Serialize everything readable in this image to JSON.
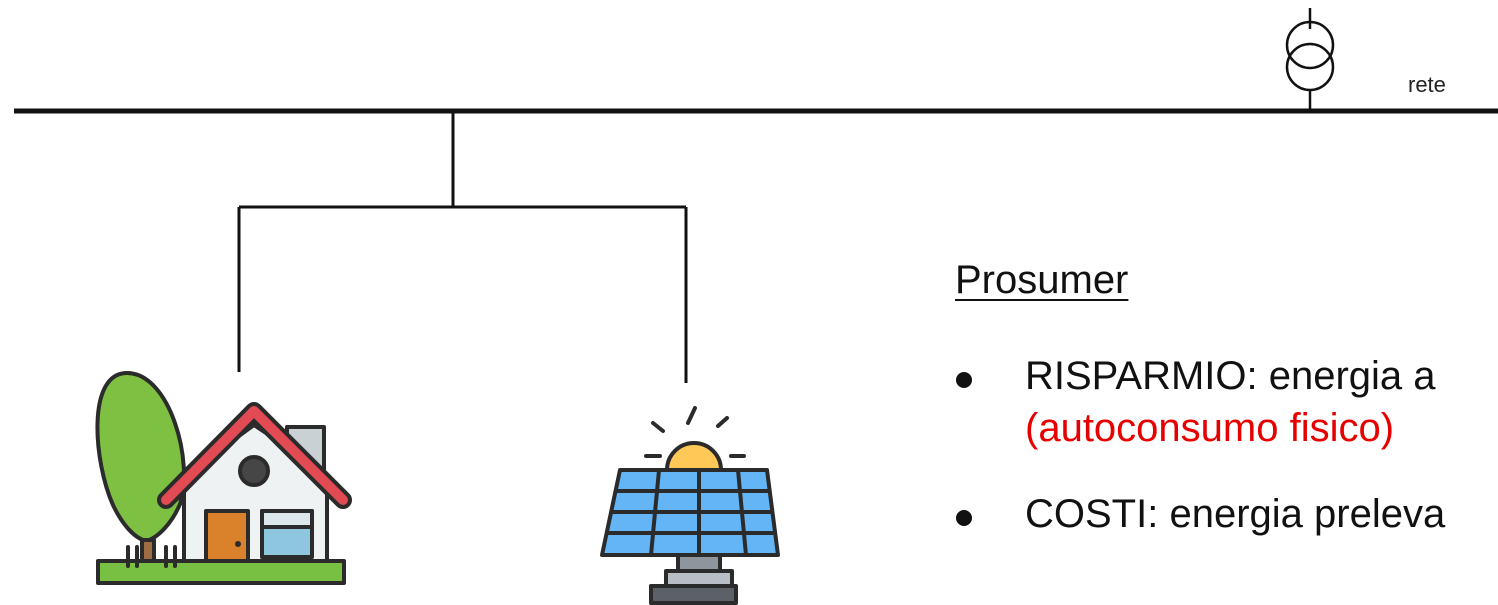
{
  "grid": {
    "label": "rete"
  },
  "prosumer": {
    "title": "Prosumer",
    "bullets": [
      {
        "text": "RISPARMIO: energia a",
        "subtext": "(autoconsumo fisico)",
        "subtext_color": "#e60000"
      },
      {
        "text": "COSTI: energia preleva"
      }
    ]
  },
  "icons": [
    "transformer-icon",
    "house-icon",
    "solar-panel-icon"
  ],
  "colors": {
    "line": "#111111",
    "roof": "#e24a54",
    "tree": "#7ec142",
    "door": "#d9822b",
    "panel": "#64b5f6",
    "sun": "#ffc857",
    "accent_text": "#e60000"
  }
}
